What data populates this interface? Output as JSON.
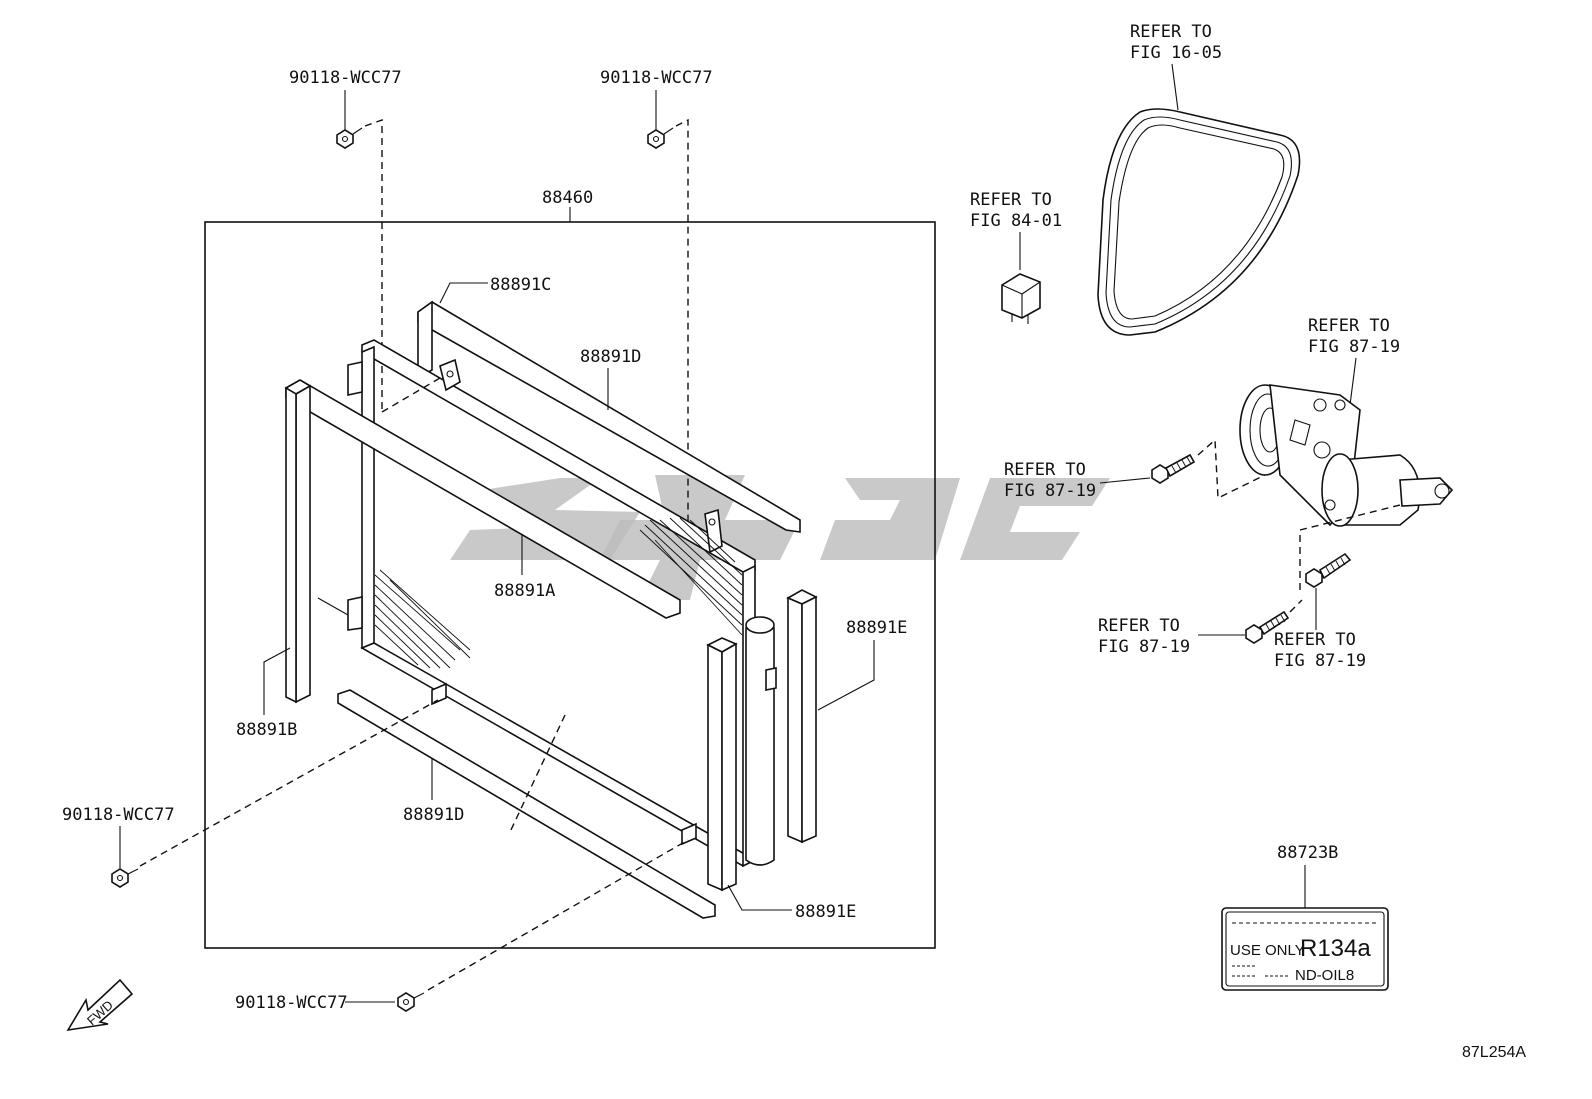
{
  "labels": {
    "bolt_top_left": "90118-WCC77",
    "bolt_top_mid": "90118-WCC77",
    "bolt_left": "90118-WCC77",
    "bolt_bottom": "90118-WCC77",
    "assembly": "88460",
    "p_88891c": "88891C",
    "p_88891d_top": "88891D",
    "p_88891a": "88891A",
    "p_88891b": "88891B",
    "p_88891d_bottom": "88891D",
    "p_88891e_right": "88891E",
    "p_88891e_bottom": "88891E",
    "label_part": "88723B",
    "figure_code": "87L254A"
  },
  "refs": {
    "belt": [
      "REFER TO",
      "FIG 16-05"
    ],
    "relay": [
      "REFER TO",
      "FIG 84-01"
    ],
    "compressor": [
      "REFER TO",
      "FIG 87-19"
    ],
    "bolt_upper": [
      "REFER TO",
      "FIG 87-19"
    ],
    "bolt_lower_left": [
      "REFER TO",
      "FIG 87-19"
    ],
    "bolt_lower_right": [
      "REFER TO",
      "FIG 87-19"
    ]
  },
  "sticker": {
    "use_only": "USE ONLY",
    "refrigerant": "R134a",
    "oil": "ND-OIL8"
  },
  "fwd": "FWD"
}
